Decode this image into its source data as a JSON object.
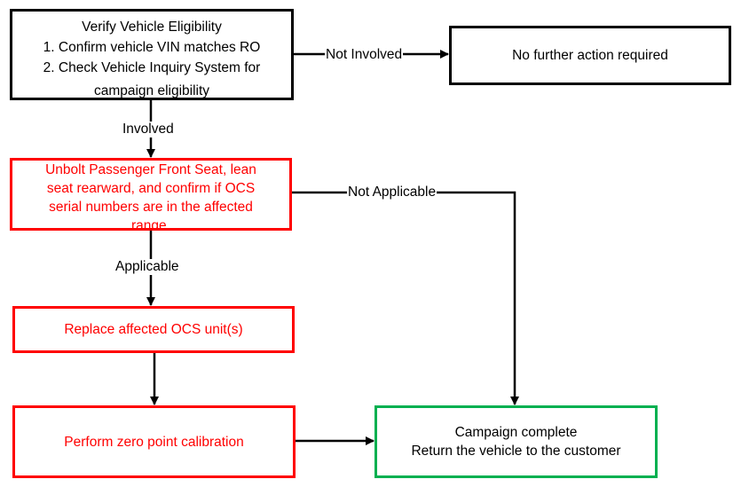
{
  "nodes": {
    "verify": {
      "lines": [
        "Verify Vehicle Eligibility",
        "1. Confirm vehicle VIN matches RO",
        "2. Check Vehicle Inquiry System for",
        "campaign eligibility"
      ]
    },
    "no_further": {
      "lines": [
        "No further action required"
      ]
    },
    "unbolt": {
      "lines": [
        "Unbolt Passenger Front Seat, lean",
        "seat rearward, and confirm if OCS",
        "serial numbers are in the affected",
        "range."
      ]
    },
    "replace": {
      "lines": [
        "Replace affected OCS unit(s)"
      ]
    },
    "zero_point": {
      "lines": [
        "Perform zero point calibration"
      ]
    },
    "complete": {
      "lines": [
        "Campaign complete",
        "Return the vehicle to the customer"
      ]
    }
  },
  "edge_labels": {
    "not_involved": "Not Involved",
    "involved": "Involved",
    "not_applicable": "Not Applicable",
    "applicable": "Applicable"
  },
  "colors": {
    "line": "#000000",
    "red": "#ff0000",
    "green": "#00b050"
  }
}
